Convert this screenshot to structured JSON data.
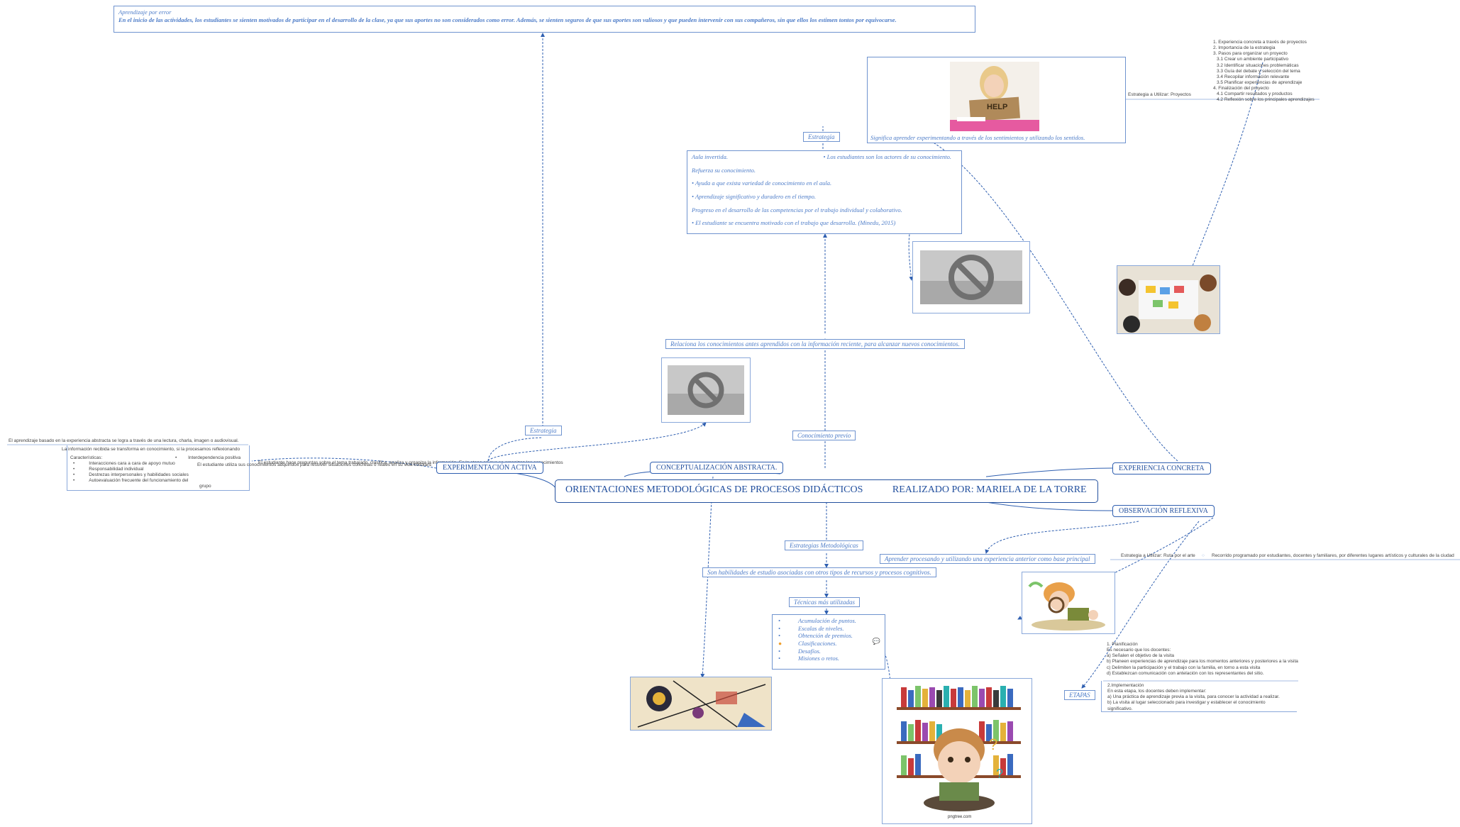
{
  "central": {
    "title": "ORIENTACIONES METODOLÓGICAS DE PROCESOS DIDÁCTICOS",
    "author": "REALIZADO POR: MARIELA DE LA TORRE"
  },
  "nodes": {
    "experimentacion": "EXPERIMENTACIÓN ACTIVA",
    "conceptualizacion": "CONCEPTUALIZACIÓN ABSTRACTA.",
    "experiencia": "EXPERIENCIA CONCRETA",
    "observacion": "OBSERVACIÓN REFLEXIVA"
  },
  "top_note": {
    "title": "Aprendizaje por error",
    "body": "En el inicio de las actividades, los estudiantes se sienten motivados de participar en el desarrollo de la clase, ya que sus aportes no son considerados como error. Además, se sienten seguros de que sus aportes son valiosos y que pueden intervenir con sus compañeros, sin que ellos los estimen tontos por equivocarse."
  },
  "estrategia_left": "Estrategia",
  "estrategia_mid": "Estrategia",
  "aula": {
    "line1a": "Aula invertida.",
    "line1b": "• Los estudiantes son los actores de su conocimiento.",
    "line2": "Refuerza su conocimiento.",
    "line3": "• Ayuda a que exista variedad de conocimiento en el aula.",
    "line4": "• Aprendizaje significativo y duradero en el tiempo.",
    "line5": "Progreso en el desarrollo de las competencias por el trabajo individual y colaborativo.",
    "line6": "• El estudiante se encuentra motivado con el trabajo que desarrolla. (Minedu, 2015)"
  },
  "relaciona": "Relaciona los conocimientos antes aprendidos con la información reciente, para alcanzar nuevos conocimientos.",
  "conocimiento_previo": "Conocimiento previo",
  "significa": "Significa aprender experimentando a través de los sentimientos y utilizando los sentidos.",
  "help_sign": "HELP",
  "estrategias_metodologicas": "Estrategias Metodológicas",
  "habilidades": "Son habilidades de estudio asociadas con otros tipos de recursos y procesos cognitivos.",
  "tecnicas": "Técnicas más utilizadas",
  "tecnicas_list": [
    "Acumulación de puntos.",
    "Escalas de niveles.",
    "Obtención de premios.",
    "Clasificaciones.",
    "Desafíos.",
    "Misiones o retos."
  ],
  "aprender_procesando": "Aprender procesando y utilizando una experiencia anterior como base principal",
  "etapas": "ETAPAS",
  "left_text": {
    "l1": "El aprendizaje basado en la experiencia abstracta se logra a través de una lectura, charla, imagen o audiovisual.",
    "l2": "La información recibida se transforma en conocimiento, si la procesamos reflexionando",
    "l3": "Características:",
    "l4": "Interdependencia positiva",
    "l5": "Interacciones cara a cara de apoyo mutuo",
    "l6": "Responsabilidad individual",
    "l7": "Destrezas interpersonales y habilidades sociales",
    "l8": "Autoevaluación frecuente del funcionamiento del",
    "l9": "grupo",
    "l10": "El estudiante utiliza sus conocimientos adquiridos para resolver situaciones concretas o reales en su vida cotidiana",
    "l11": "El estudiante hace preguntas sobre el tema trabajado, clasifica, analiza y organiza la información. Es la etapa en que se organizan los conocimientos"
  },
  "proyectos": {
    "label": "Estrategia a Utilizar: Proyectos",
    "items": [
      "1. Experiencia concreta a través de proyectos",
      "2. Importancia de la estrategia",
      "3. Pasos para organizar un proyecto",
      "3.1 Crear un ambiente participativo",
      "3.2 Identificar situaciones problemáticas",
      "3.3 Guía del debate y selección del tema",
      "3.4 Recopilar información relevante",
      "3.5 Planificar experiencias de aprendizaje",
      "4. Finalización del proyecto",
      "4.1 Compartir resultados y productos",
      "4.2 Reflexión sobre los principales aprendizajes"
    ]
  },
  "ruta_arte": {
    "label": "Estrategia a Utilizar: Ruta por el arte",
    "desc": "Recorrido programado por estudiantes, docentes y familiares, por diferentes lugares artísticos y culturales de la ciudad"
  },
  "planificacion": {
    "title": "1.        Planificación",
    "lines": [
      "Es necesario que los docentes:",
      "a) Señalen el objetivo de la visita",
      "b) Planeen experiencias de aprendizaje para los momentos anteriores y posteriores a la visita",
      "c) Delimiten la participación y el trabajo con la familia, en torno a esta visita",
      "d) Establezcan comunicación con antelación con los representantes del sitio."
    ]
  },
  "implementacion": {
    "title": "2.Implementación",
    "lines": [
      "En esta etapa, los docentes deben implementar:",
      "a) Una práctica de aprendizaje previa a la visita, para conocer la actividad a realizar.",
      "b) La visita al lugar seleccionado para investigar y establecer el conocimiento significativo."
    ]
  },
  "watermark": "pngtree.com",
  "colors": {
    "node_border": "#2f5fb0",
    "text": "#4d7cc8",
    "line": "#2f5fb0"
  }
}
